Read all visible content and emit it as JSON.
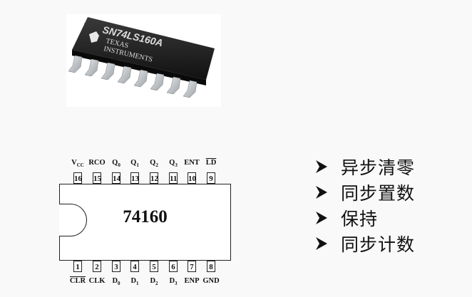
{
  "photo": {
    "part_number": "SN74LS160A",
    "brand_line1": "TEXAS",
    "brand_line2": "INSTRUMENTS"
  },
  "chip": {
    "label": "74160"
  },
  "pins_top": [
    {
      "num": "16",
      "label": "V",
      "sub": "CC",
      "overline": false
    },
    {
      "num": "15",
      "label": "RCO",
      "sub": "",
      "overline": false
    },
    {
      "num": "14",
      "label": "Q",
      "sub": "0",
      "overline": false
    },
    {
      "num": "13",
      "label": "Q",
      "sub": "1",
      "overline": false
    },
    {
      "num": "12",
      "label": "Q",
      "sub": "2",
      "overline": false
    },
    {
      "num": "11",
      "label": "Q",
      "sub": "3",
      "overline": false
    },
    {
      "num": "10",
      "label": "ENT",
      "sub": "",
      "overline": false
    },
    {
      "num": "9",
      "label": "LD",
      "sub": "",
      "overline": true
    }
  ],
  "pins_bottom": [
    {
      "num": "1",
      "label": "CLR",
      "sub": "",
      "overline": true
    },
    {
      "num": "2",
      "label": "CLK",
      "sub": "",
      "overline": false
    },
    {
      "num": "3",
      "label": "D",
      "sub": "0",
      "overline": false
    },
    {
      "num": "4",
      "label": "D",
      "sub": "1",
      "overline": false
    },
    {
      "num": "5",
      "label": "D",
      "sub": "2",
      "overline": false
    },
    {
      "num": "6",
      "label": "D",
      "sub": "3",
      "overline": false
    },
    {
      "num": "7",
      "label": "ENP",
      "sub": "",
      "overline": false
    },
    {
      "num": "8",
      "label": "GND",
      "sub": "",
      "overline": false
    }
  ],
  "features": [
    {
      "icon": "arrowhead-bullet-icon",
      "text": "异步清零"
    },
    {
      "icon": "arrowhead-bullet-icon",
      "text": "同步置数"
    },
    {
      "icon": "arrowhead-bullet-icon",
      "text": "保持"
    },
    {
      "icon": "arrowhead-bullet-icon",
      "text": "同步计数"
    }
  ]
}
